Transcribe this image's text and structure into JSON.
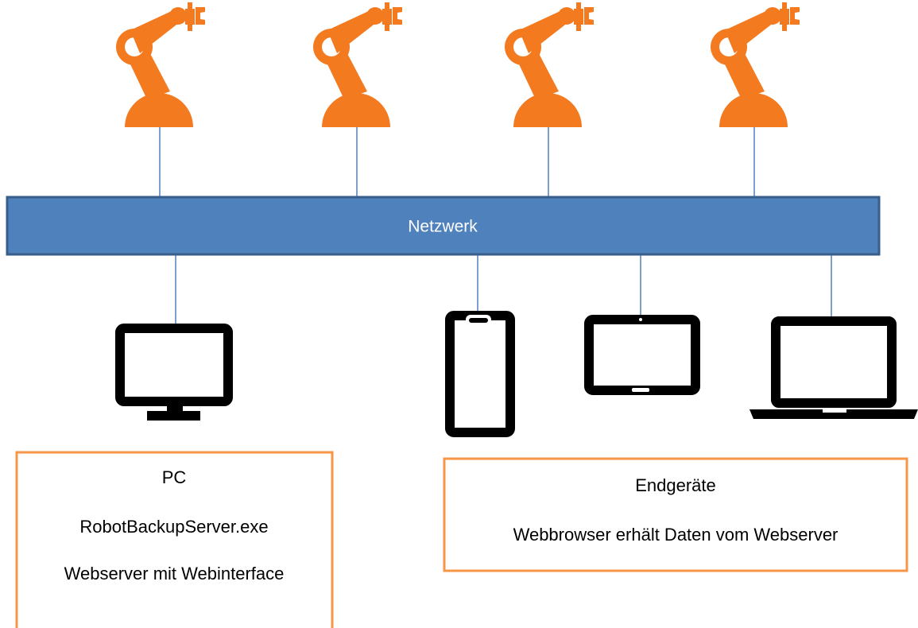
{
  "network": {
    "label": "Netzwerk"
  },
  "robots": [
    {
      "icon": "robot-arm-icon"
    },
    {
      "icon": "robot-arm-icon"
    },
    {
      "icon": "robot-arm-icon"
    },
    {
      "icon": "robot-arm-icon"
    }
  ],
  "devices": [
    {
      "icon": "desktop-monitor-icon"
    },
    {
      "icon": "smartphone-icon"
    },
    {
      "icon": "tablet-icon"
    },
    {
      "icon": "laptop-icon"
    }
  ],
  "pc_box": {
    "title": "PC",
    "line1": "RobotBackupServer.exe",
    "line2": "Webserver mit Webinterface"
  },
  "endgeraete_box": {
    "title": "Endgeräte",
    "line1": "Webbrowser erhält Daten vom Webserver"
  },
  "colors": {
    "robot": "#f47a1f",
    "network_fill": "#4f81bd",
    "network_border": "#385d8a",
    "connector": "#4f81bd",
    "box_border": "#f79646",
    "device": "#000000"
  }
}
